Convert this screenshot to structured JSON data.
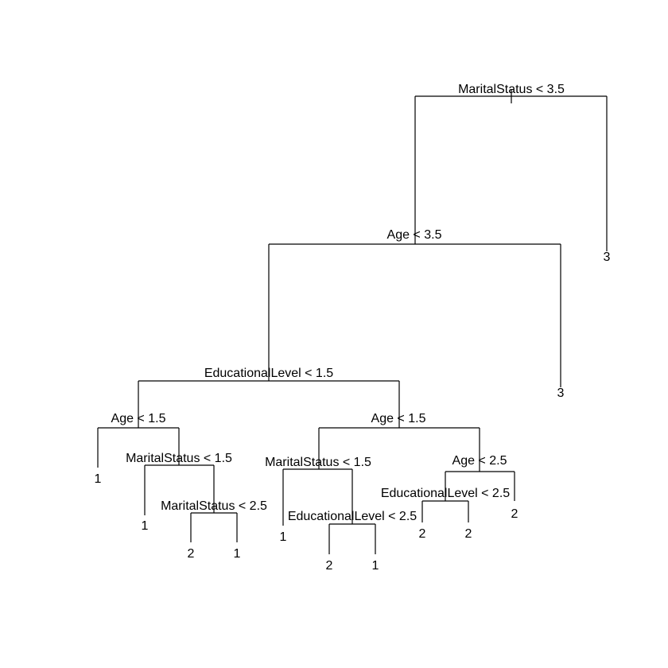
{
  "tree": {
    "splits": [
      "MaritalStatus < 3.5",
      "Age < 3.5",
      "EducationalLevel < 1.5",
      "Age < 1.5",
      "MaritalStatus < 1.5",
      "MaritalStatus < 2.5",
      "Age < 1.5",
      "MaritalStatus < 1.5",
      "EducationalLevel < 2.5",
      "Age < 2.5",
      "EducationalLevel < 2.5"
    ],
    "leaves": [
      "3",
      "3",
      "1",
      "1",
      "2",
      "1",
      "1",
      "2",
      "1",
      "2",
      "2",
      "2"
    ]
  }
}
